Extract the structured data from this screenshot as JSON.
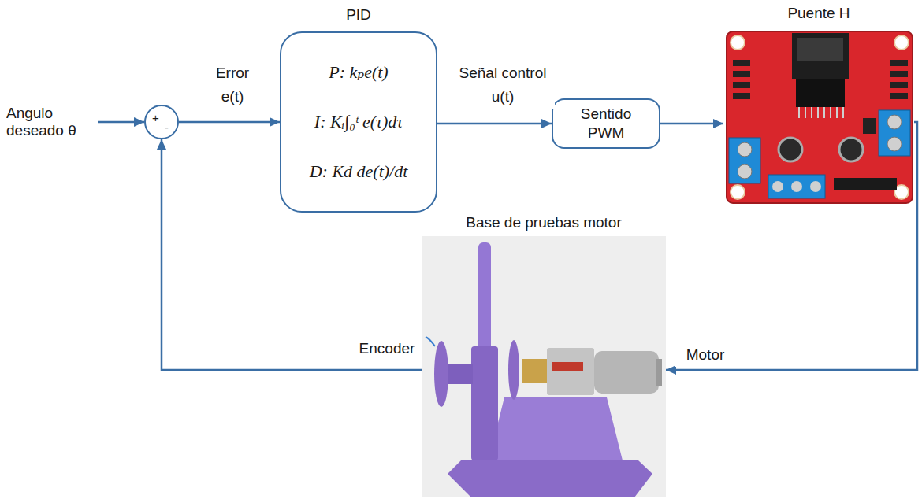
{
  "diagram": {
    "nodes": [
      {
        "text": [
          "+",
          "-"
        ]
      },
      {
        "text": [
          "PID",
          "P: kₚe(t)",
          "I: Kᵢ∫₀ᵗ e(τ)dτ",
          "D: Kd de(t)/dt"
        ]
      },
      {
        "text": [
          "Sentido PWM"
        ]
      },
      {
        "text": [
          "Puente H"
        ]
      },
      {
        "text": [
          "Base de pruebas motor"
        ]
      }
    ],
    "edges": [
      {
        "from": 0,
        "to": 1,
        "label": "Error e(t)",
        "arrow": "to"
      },
      {
        "from": 1,
        "to": 2,
        "label": "Señal control u(t)",
        "arrow": "to"
      },
      {
        "from": 2,
        "to": 3,
        "arrow": "to"
      },
      {
        "from": 3,
        "to": 4,
        "label": "Motor",
        "arrow": "to"
      },
      {
        "from": 4,
        "to": 0,
        "label": "Encoder",
        "arrow": "to"
      }
    ],
    "labels": [
      "Angulo deseado θ"
    ]
  }
}
